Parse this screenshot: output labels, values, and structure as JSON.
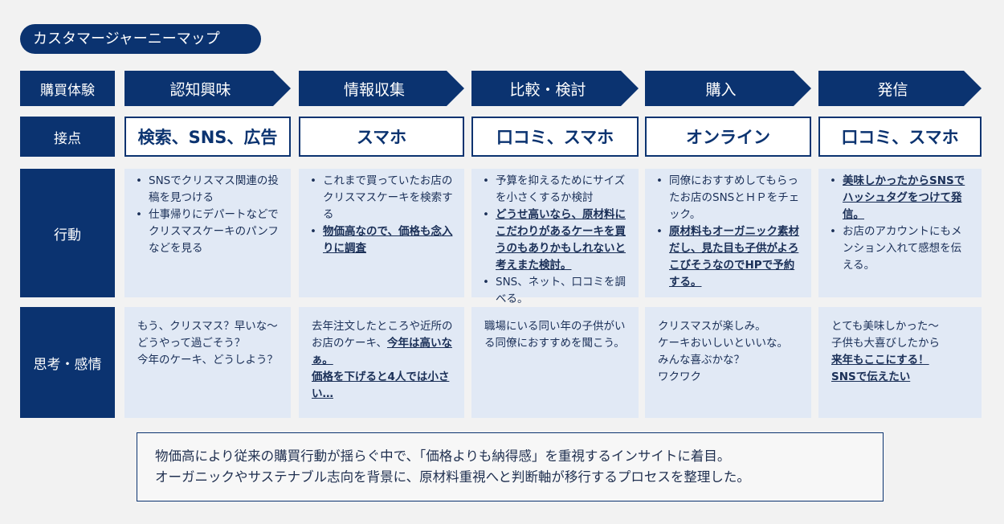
{
  "title": "カスタマージャーニーマップ",
  "row_labels": {
    "stage": "購買体験",
    "touch": "接点",
    "action": "行動",
    "emotion": "思考・感情"
  },
  "columns": [
    {
      "stage": "認知興味",
      "touch": "検索、SNS、広告",
      "actions": [
        [
          {
            "t": "SNSでクリスマス関連の投稿を見つける"
          }
        ],
        [
          {
            "t": "仕事帰りにデパートなどでクリスマスケーキのパンフなどを見る"
          }
        ]
      ],
      "emotions": [
        [
          {
            "t": "もう、クリスマス？早いな～"
          }
        ],
        [
          {
            "t": "どうやって過ごそう？"
          }
        ],
        [
          {
            "t": "今年のケーキ、どうしよう？"
          }
        ]
      ]
    },
    {
      "stage": "情報収集",
      "touch": "スマホ",
      "actions": [
        [
          {
            "t": "これまで買っていたお店のクリスマスケーキを検索する"
          }
        ],
        [
          {
            "t": "物価高なので、価格も念入りに調査",
            "u": true
          }
        ]
      ],
      "emotions": [
        [
          {
            "t": "去年注文したところや近所のお店のケーキ、"
          },
          {
            "t": "今年は高いなぁ。",
            "u": true
          }
        ],
        [
          {
            "t": "価格を下げると4人では小さい…",
            "u": true
          }
        ]
      ]
    },
    {
      "stage": "比較・検討",
      "touch": "口コミ、スマホ",
      "actions": [
        [
          {
            "t": "予算を抑えるためにサイズを小さくするか検討"
          }
        ],
        [
          {
            "t": "どうせ高いなら、原材料にこだわりがあるケーキを買うのもありかもしれないと考えまた検討。",
            "u": true
          }
        ],
        [
          {
            "t": "SNS、ネット、口コミを調べる。"
          }
        ]
      ],
      "emotions": [
        [
          {
            "t": "職場にいる同い年の子供がいる同僚におすすめを聞こう。"
          }
        ]
      ]
    },
    {
      "stage": "購入",
      "touch": "オンライン",
      "actions": [
        [
          {
            "t": "同僚におすすめしてもらったお店のSNSとＨＰをチェック。"
          }
        ],
        [
          {
            "t": "原材料もオーガニック素材だし、見た目も子供がよろこびそうなのでHPで予約する。",
            "u": true
          }
        ]
      ],
      "emotions": [
        [
          {
            "t": "クリスマスが楽しみ。"
          }
        ],
        [
          {
            "t": "ケーキおいしいといいな。"
          }
        ],
        [
          {
            "t": "みんな喜ぶかな？"
          }
        ],
        [
          {
            "t": "ワクワク"
          }
        ]
      ]
    },
    {
      "stage": "発信",
      "touch": "口コミ、スマホ",
      "actions": [
        [
          {
            "t": "美味しかったからSNSでハッシュタグをつけて発信。",
            "u": true
          }
        ],
        [
          {
            "t": "お店のアカウントにもメンション入れて感想を伝える。"
          }
        ]
      ],
      "emotions": [
        [
          {
            "t": "とても美味しかった～"
          }
        ],
        [
          {
            "t": "子供も大喜びしたから"
          }
        ],
        [
          {
            "t": "来年もここにする！",
            "u": true
          }
        ],
        [
          {
            "t": "SNSで伝えたい",
            "u": true
          }
        ]
      ]
    }
  ],
  "summary": [
    "物価高により従来の購買行動が揺らぐ中で、「価格よりも納得感」を重視するインサイトに着目。",
    "オーガニックやサステナブル志向を背景に、原材料重視へと判断軸が移行するプロセスを整理した。"
  ]
}
